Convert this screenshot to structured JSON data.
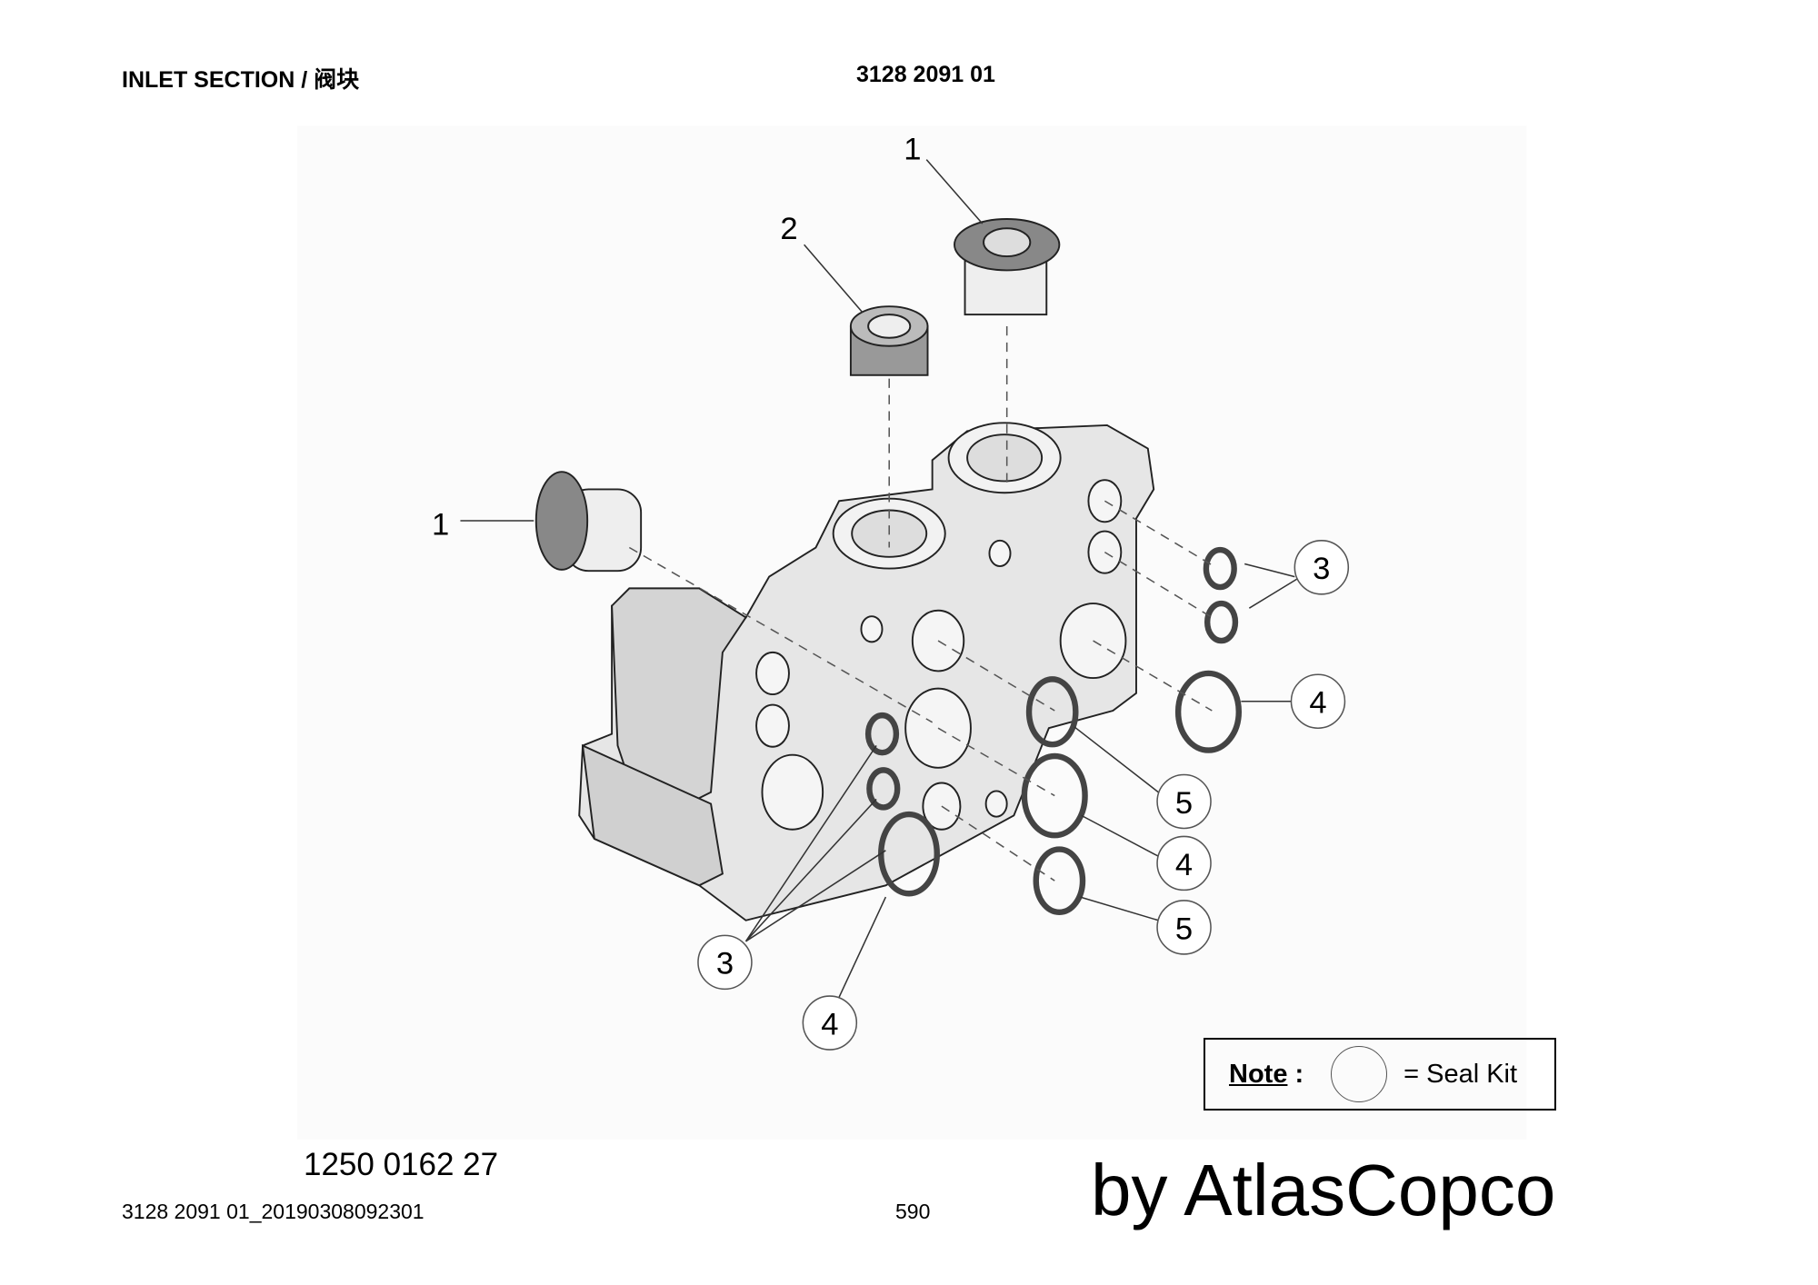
{
  "header": {
    "title": "INLET SECTION / 阀块",
    "part_number": "3128 2091 01"
  },
  "callouts": [
    "1",
    "2",
    "1",
    "3",
    "4",
    "5",
    "4",
    "5",
    "3",
    "4"
  ],
  "note": {
    "label": "Note",
    "colon": ":",
    "text": "= Seal Kit"
  },
  "footer": {
    "drawing_number": "1250 0162 27",
    "file_reference": "3128 2091 01_20190308092301",
    "page_number": "590",
    "watermark": "by AtlasCopco"
  }
}
